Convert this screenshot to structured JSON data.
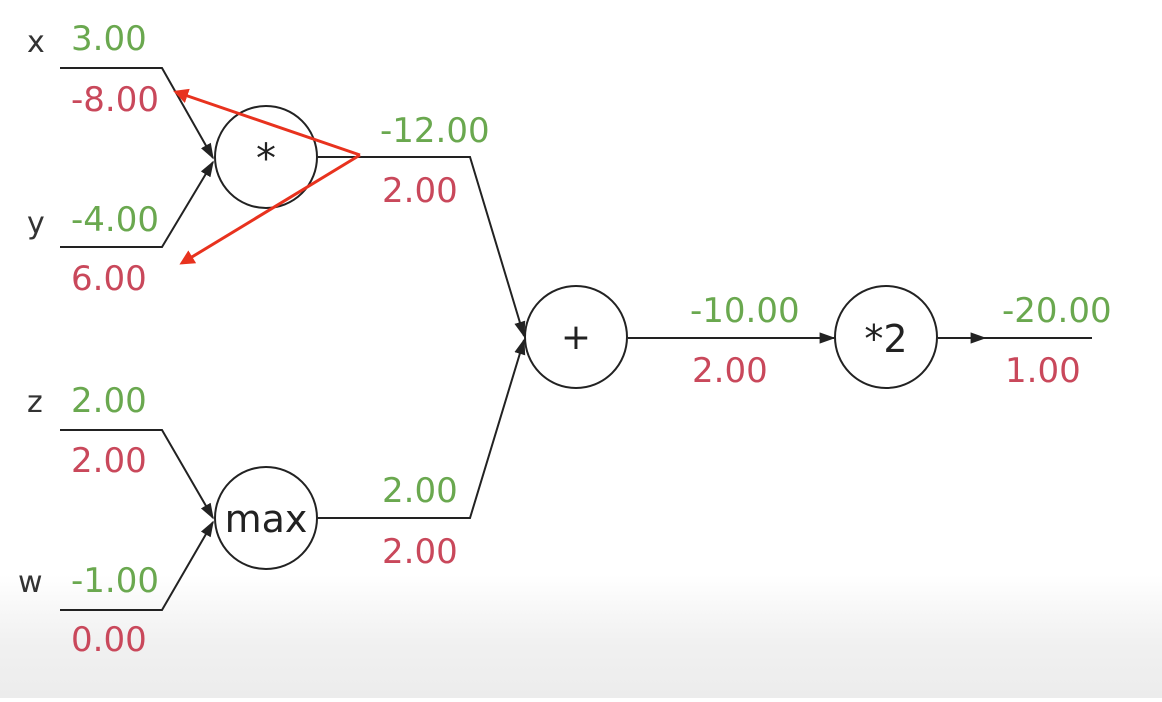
{
  "colors": {
    "forward": "#6aa84f",
    "gradient": "#c9485b",
    "line": "#222222",
    "highlight_arrow": "#e8321e"
  },
  "inputs": {
    "x": {
      "label": "x",
      "value": "3.00",
      "grad": "-8.00"
    },
    "y": {
      "label": "y",
      "value": "-4.00",
      "grad": "6.00"
    },
    "z": {
      "label": "z",
      "value": "2.00",
      "grad": "2.00"
    },
    "w": {
      "label": "w",
      "value": "-1.00",
      "grad": "0.00"
    }
  },
  "nodes": {
    "mul": {
      "label": "*"
    },
    "max": {
      "label": "max"
    },
    "add": {
      "label": "+"
    },
    "scale": {
      "label": "*2"
    }
  },
  "edges": {
    "mul_out": {
      "value": "-12.00",
      "grad": "2.00"
    },
    "max_out": {
      "value": "2.00",
      "grad": "2.00"
    },
    "add_out": {
      "value": "-10.00",
      "grad": "2.00"
    },
    "final_out": {
      "value": "-20.00",
      "grad": "1.00"
    }
  }
}
